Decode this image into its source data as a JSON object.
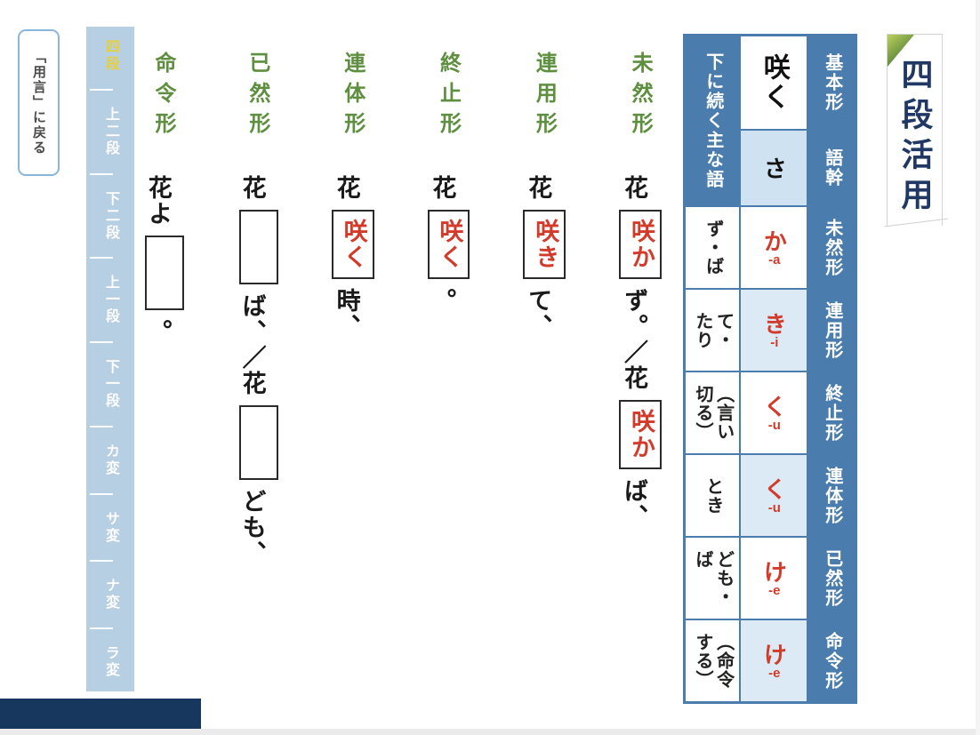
{
  "back_button": {
    "label": "「用言」に戻る"
  },
  "page_title": {
    "text": "四段活用"
  },
  "sidebar": {
    "items": [
      {
        "label": "四段",
        "active": true
      },
      {
        "label": "上二段",
        "active": false
      },
      {
        "label": "下二段",
        "active": false
      },
      {
        "label": "上一段",
        "active": false
      },
      {
        "label": "下一段",
        "active": false
      },
      {
        "label": "カ変",
        "active": false
      },
      {
        "label": "サ変",
        "active": false
      },
      {
        "label": "ナ変",
        "active": false
      },
      {
        "label": "ラ変",
        "active": false
      }
    ]
  },
  "examples": {
    "columns": [
      {
        "heading": "未然形",
        "segments": [
          "花",
          "咲か",
          "ず。／花",
          "咲か",
          "ば、"
        ]
      },
      {
        "heading": "連用形",
        "segments": [
          "花",
          "咲き",
          "て、"
        ]
      },
      {
        "heading": "終止形",
        "segments": [
          "花",
          "咲く",
          "。"
        ]
      },
      {
        "heading": "連体形",
        "segments": [
          "花",
          "咲く",
          "時、"
        ]
      },
      {
        "heading": "已然形",
        "segments": [
          "花",
          "",
          "ば、／花",
          "",
          "ども、"
        ]
      },
      {
        "heading": "命令形",
        "segments": [
          "花よ",
          "",
          "。"
        ]
      }
    ]
  },
  "table": {
    "col_headers": {
      "continuing": "下に続く主な語",
      "base_form_label": "基本形",
      "stem_label": "語幹"
    },
    "base_form": "咲く",
    "stem": "さ",
    "rows": [
      {
        "continuing": "ず・ば",
        "ending": "か",
        "romaji": "-a",
        "form": "未然形"
      },
      {
        "continuing": "て・\nたり",
        "ending": "き",
        "romaji": "-i",
        "form": "連用形"
      },
      {
        "continuing": "（言い\n切る）",
        "ending": "く",
        "romaji": "-u",
        "form": "終止形"
      },
      {
        "continuing": "とき",
        "ending": "く",
        "romaji": "-u",
        "form": "連体形"
      },
      {
        "continuing": "ども・\nば",
        "ending": "け",
        "romaji": "-e",
        "form": "已然形"
      },
      {
        "continuing": "（命令\nする）",
        "ending": "け",
        "romaji": "-e",
        "form": "命令形"
      }
    ]
  },
  "colors": {
    "table_blue": "#4a7dad",
    "light_blue": "#cfe2f2",
    "sidebar_blue": "#b6cfe3",
    "active_yellow": "#e6cf3c",
    "heading_green": "#5d8f3f",
    "accent_red": "#d23b2a",
    "navy": "#17375f"
  }
}
